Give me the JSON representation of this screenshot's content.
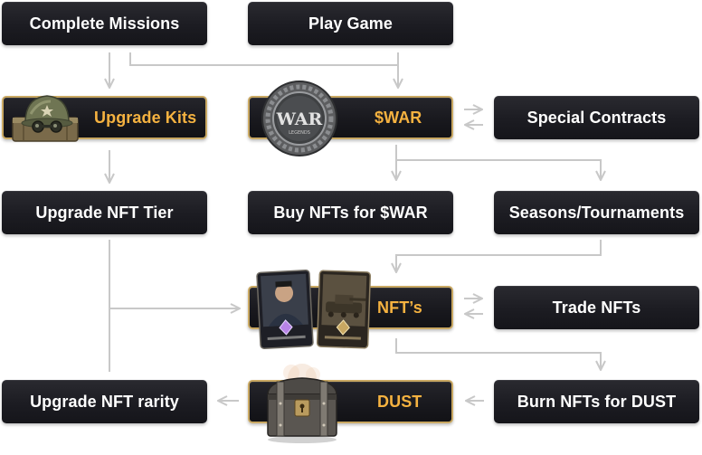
{
  "nodes": {
    "complete_missions": "Complete Missions",
    "play_game": "Play Game",
    "upgrade_kits": "Upgrade Kits",
    "war_token": "$WAR",
    "special_contracts": "Special Contracts",
    "upgrade_nft_tier": "Upgrade NFT Tier",
    "buy_nfts": "Buy NFTs for $WAR",
    "seasons_tournaments": "Seasons/Tournaments",
    "nfts": "NFT’s",
    "trade_nfts": "Trade NFTs",
    "upgrade_nft_rarity": "Upgrade NFT rarity",
    "dust": "DUST",
    "burn_nfts": "Burn NFTs for DUST"
  },
  "coin": {
    "text": "WAR",
    "subtext": "LEGENDS"
  },
  "icons": {
    "upgrade_kits": "helmet-icon",
    "war_token": "war-coin-icon",
    "nfts": "nft-cards-icon",
    "dust": "chest-icon"
  },
  "colors": {
    "node_bg": "#1c1c22",
    "gold_border": "#c9a862",
    "gold_text": "#f5b240",
    "connector": "#c8c8c8"
  }
}
